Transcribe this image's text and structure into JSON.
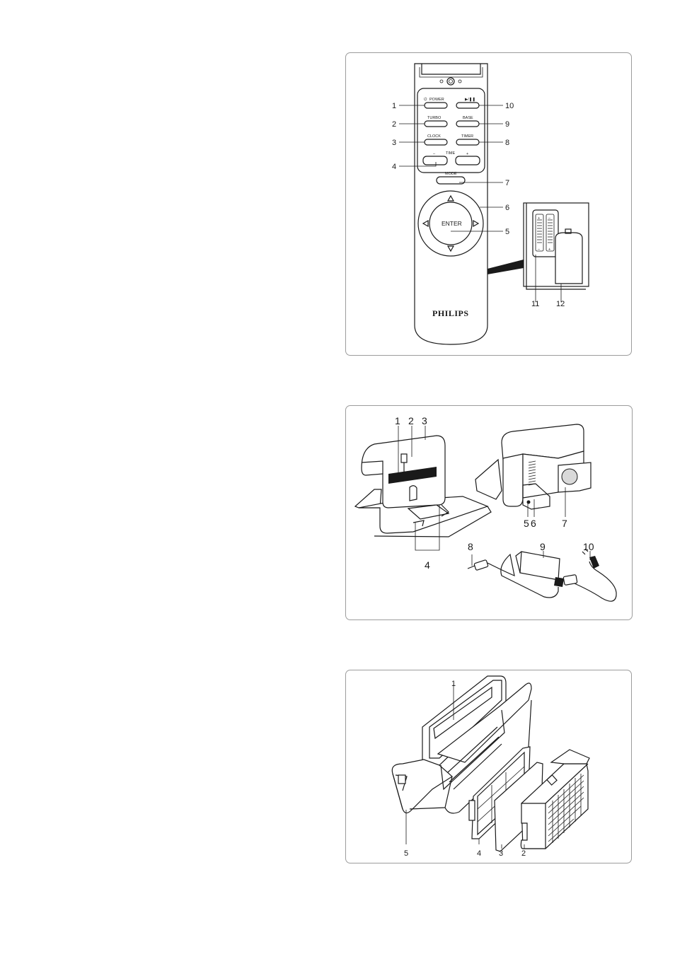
{
  "remote": {
    "buttons": {
      "power": "POWER",
      "play_pause": "▶/❚❚",
      "turbo": "TURBO",
      "base": "BASE",
      "clock": "CLOCK",
      "timer": "TIMER",
      "time": "TIME",
      "minus": "–",
      "plus": "+",
      "mode": "MODE",
      "enter": "ENTER"
    },
    "brand": "PHILIPS",
    "callouts": [
      "1",
      "2",
      "3",
      "4",
      "5",
      "6",
      "7",
      "8",
      "9",
      "10",
      "11",
      "12"
    ],
    "battery_signs": {
      "plus": "+",
      "minus": "–"
    }
  },
  "base_station": {
    "callouts": [
      "1",
      "2",
      "3",
      "4",
      "5",
      "6",
      "7",
      "8",
      "9",
      "10"
    ]
  },
  "filter_unit": {
    "callouts": [
      "1",
      "5",
      "4",
      "3",
      "2"
    ]
  }
}
